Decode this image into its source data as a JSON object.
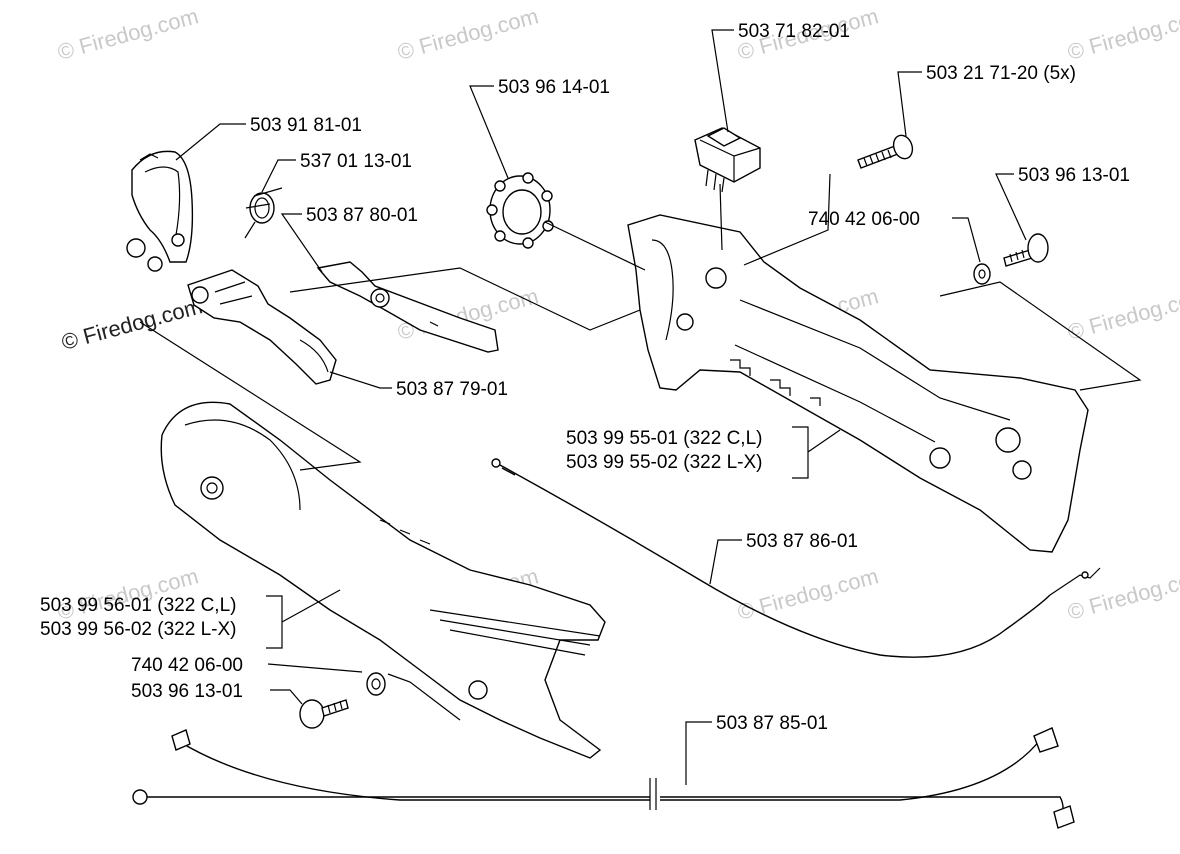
{
  "watermark": {
    "text": "© Firedog.com",
    "prominent_text": "© Firedog.com"
  },
  "parts": [
    {
      "id": "clamp",
      "label": "503 91 81-01"
    },
    {
      "id": "spring",
      "label": "537 01 13-01"
    },
    {
      "id": "throttle-trigger",
      "label": "503 87 80-01"
    },
    {
      "id": "throttle-lockout",
      "label": "503 87 79-01"
    },
    {
      "id": "grommet",
      "label": "503 96 14-01"
    },
    {
      "id": "stop-switch",
      "label": "503 71 82-01"
    },
    {
      "id": "screw-5x",
      "label": "503 21 71-20 (5x)"
    },
    {
      "id": "screw-right",
      "label": "503 96 13-01"
    },
    {
      "id": "washer-right",
      "label": "740 42 06-00"
    },
    {
      "id": "handle-right-1",
      "label": "503 99 55-01 (322 C,L)"
    },
    {
      "id": "handle-right-2",
      "label": "503 99 55-02 (322 L-X)"
    },
    {
      "id": "throttle-cable",
      "label": "503 87 86-01"
    },
    {
      "id": "handle-left-1",
      "label": "503 99 56-01 (322 C,L)"
    },
    {
      "id": "handle-left-2",
      "label": "503 99 56-02 (322 L-X)"
    },
    {
      "id": "washer-left",
      "label": "740 42 06-00"
    },
    {
      "id": "screw-left",
      "label": "503 96 13-01"
    },
    {
      "id": "wire-harness",
      "label": "503 87 85-01"
    }
  ]
}
